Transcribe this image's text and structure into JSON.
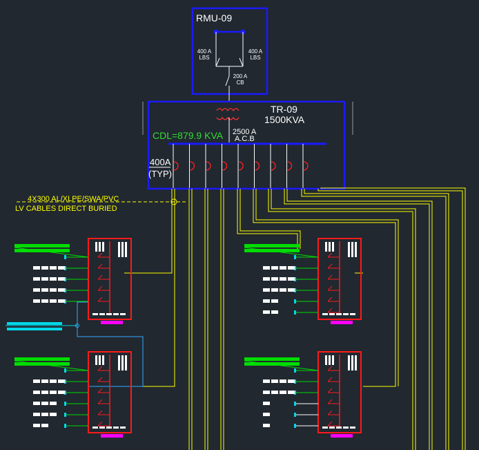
{
  "rmu": {
    "title": "RMU-09",
    "lbs_left": [
      "400 A",
      "LBS"
    ],
    "lbs_right": [
      "400 A",
      "LBS"
    ],
    "cb": [
      "200 A",
      "CB"
    ]
  },
  "transformer": {
    "name": "TR-09",
    "rating": "1500KVA"
  },
  "cdl_label": "CDL=879.9 KVA",
  "acb": [
    "2500 A",
    "A.C.B"
  ],
  "breaker_label": [
    "400A",
    "(TYP)"
  ],
  "cable": {
    "spec": "4X300 AL/XLPE/SWA/PVC",
    "note": "LV CABLES DIRECT BURIED"
  },
  "colors": {
    "background": "#212830",
    "panel_frame": "#1a1aff",
    "breaker": "#ff2020",
    "lv_cable": "#ffff00",
    "cdl_text": "#33dd33",
    "feeder_green": "#00dd00",
    "feeder_cyan": "#00d8e8",
    "cyan_link": "#33aaff",
    "db_frame": "#ff1a1a",
    "db_tag": "#ff00ff",
    "text": "#ffffff"
  },
  "feeder_breaker_count": 9,
  "distribution_boards": 4
}
